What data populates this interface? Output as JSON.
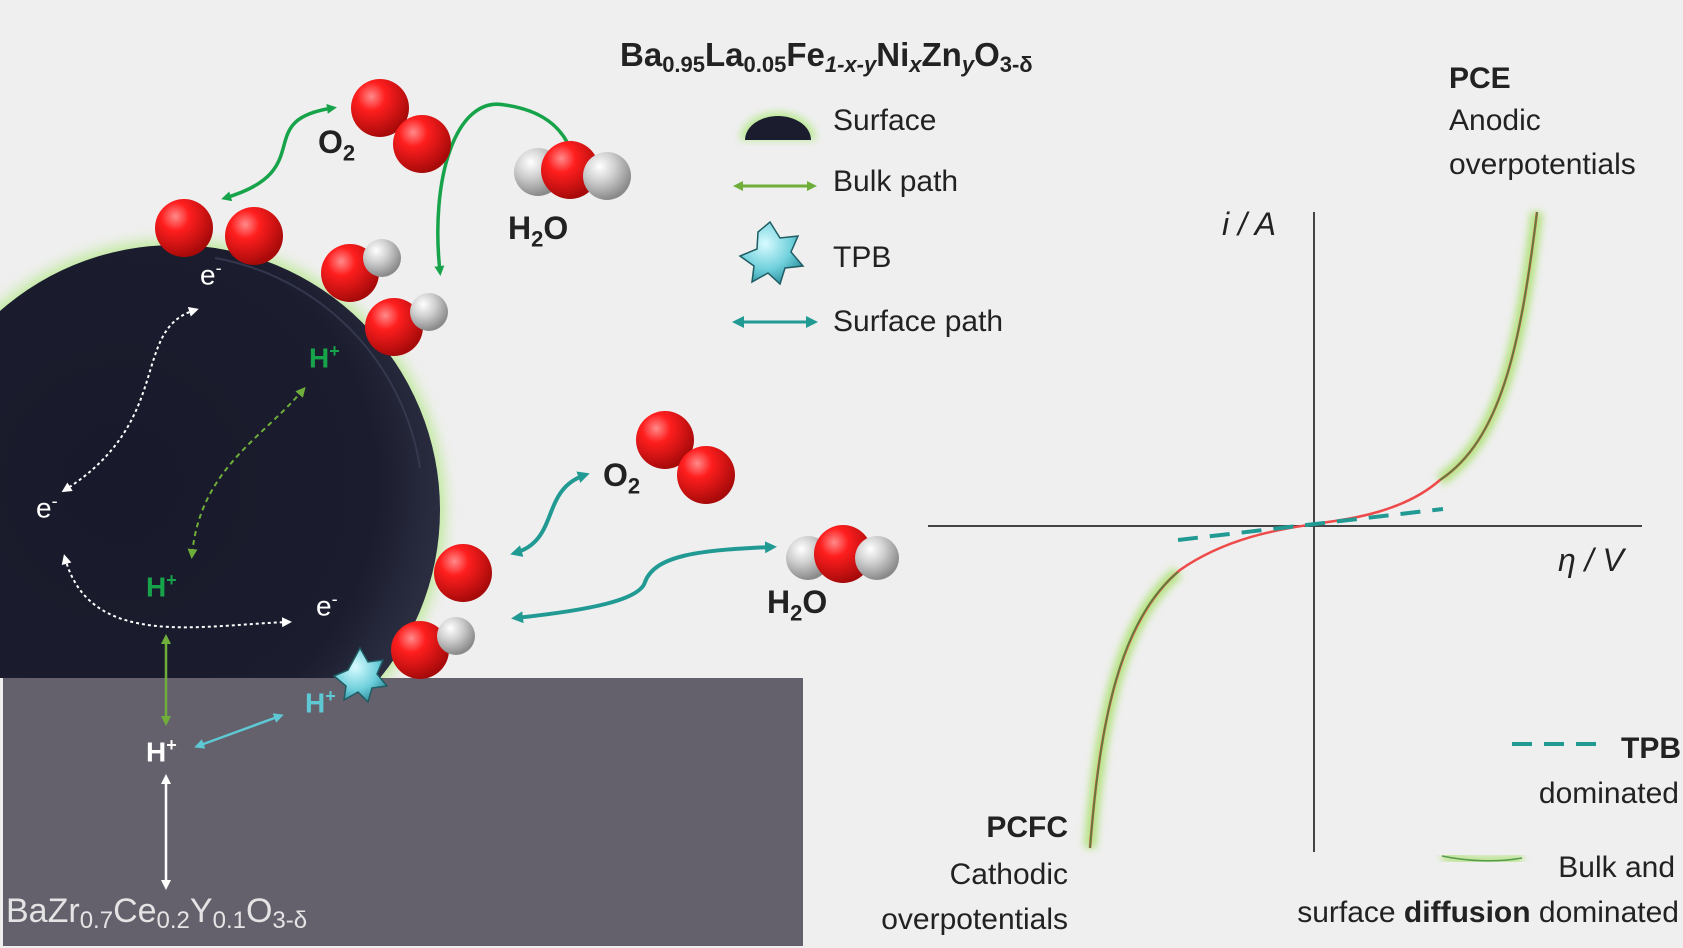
{
  "title_formula": {
    "ba": "Ba",
    "ba_sub": "0.95",
    "la": "La",
    "la_sub": "0.05",
    "fe": "Fe",
    "fe_sub": "1-x-y",
    "ni": "Ni",
    "ni_sub": "x",
    "zn": "Zn",
    "zn_sub": "y",
    "o": "O",
    "o_sub": "3-δ"
  },
  "legend": {
    "surface": "Surface",
    "bulk_path": "Bulk path",
    "tpb": "TPB",
    "surface_path": "Surface path"
  },
  "molecules": {
    "o2": "O",
    "o2_sub": "2",
    "h2o_h": "H",
    "h2o_sub": "2",
    "h2o_o": "O"
  },
  "species": {
    "electron": "e",
    "electron_sup": "-",
    "proton": "H",
    "proton_sup": "+"
  },
  "substrate_formula": {
    "ba": "BaZr",
    "zr_sub": "0.7",
    "ce": "Ce",
    "ce_sub": "0.2",
    "y": "Y",
    "y_sub": "0.1",
    "o": "O",
    "o_sub": "3-δ"
  },
  "plot": {
    "y_axis_label": "i / A",
    "x_axis_label": "η / V",
    "pce_title": "PCE",
    "pce_line1": "Anodic",
    "pce_line2": "overpotentials",
    "pcfc_title": "PCFC",
    "pcfc_line1": "Cathodic",
    "pcfc_line2": "overpotentials",
    "tpb_legend_bold": "TPB",
    "tpb_legend_rest": "dominated",
    "bulk_legend_line1": "Bulk and",
    "bulk_legend_pre": "surface ",
    "bulk_legend_bold": "diffusion",
    "bulk_legend_post": " dominated"
  },
  "colors": {
    "particle": "#1b1d2e",
    "substrate": "#64616c",
    "green_arrow": "#17a34a",
    "bulk_arrow": "#6fae3a",
    "teal_arrow": "#229a94",
    "tpb_star": "#4fb8c4",
    "curve_red": "#ee4a4a",
    "curve_green_glow": "#a8e06a",
    "axis": "#444444"
  }
}
